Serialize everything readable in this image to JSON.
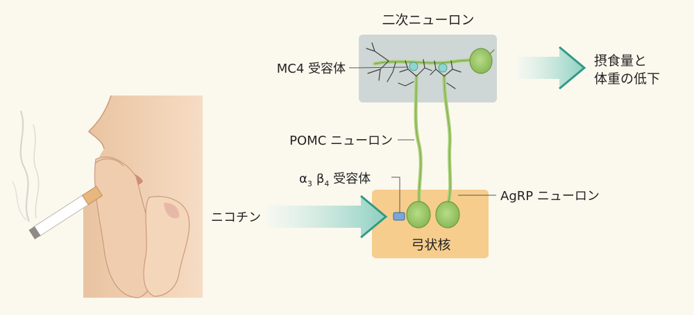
{
  "labels": {
    "secondary_neuron": "二次ニューロン",
    "mc4_receptor": "MC4 受容体",
    "pomc_neuron": "POMC ニューロン",
    "alpha": "α",
    "alpha_sub": "3",
    "beta": "β",
    "beta_sub": "4",
    "a3b4_suffix": " 受容体",
    "agrp_neuron": "AgRP ニューロン",
    "nicotine": "ニコチン",
    "arcuate_nucleus": "弓状核",
    "outcome_line1": "摂食量と",
    "outcome_line2": "体重の低下"
  },
  "colors": {
    "background": "#fbf8ee",
    "secondary_box": "#cfd6d6",
    "arcuate_box": "#f6cd8c",
    "neuron_fill": "#9dc86a",
    "neuron_stroke": "#6e9a3a",
    "receptor_mc4": "#8fd6cf",
    "receptor_a3b4": "#7aa6d8",
    "arrow_fill_start": "#f1f7f2",
    "arrow_fill_end": "#8fd1c3",
    "arrow_stroke": "#2f9a84",
    "skin": "#f2d2b4"
  }
}
